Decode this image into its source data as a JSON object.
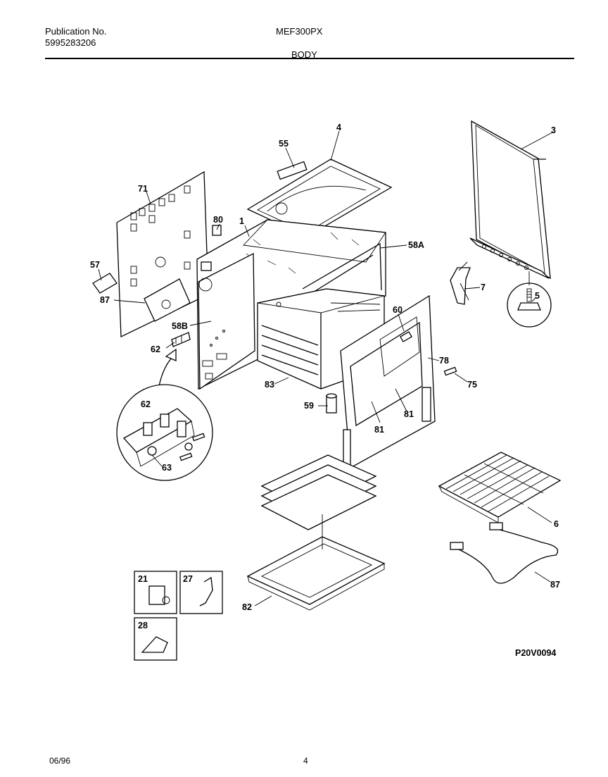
{
  "header": {
    "publication_label": "Publication No.",
    "publication_number": "5995283206",
    "model": "MEF300PX",
    "section": "BODY"
  },
  "labels": {
    "p3": "3",
    "p4": "4",
    "p55": "55",
    "p71": "71",
    "p80": "80",
    "p1": "1",
    "p58a": "58A",
    "p57": "57",
    "p87a": "87",
    "p58b": "58B",
    "p62a": "62",
    "p7": "7",
    "p5": "5",
    "p60": "60",
    "p78": "78",
    "p75": "75",
    "p83": "83",
    "p59": "59",
    "p81a": "81",
    "p81b": "81",
    "p62b": "62",
    "p63": "63",
    "p6": "6",
    "p87b": "87",
    "p82": "82",
    "p21": "21",
    "p27": "27",
    "p28": "28"
  },
  "diagram_code": "P20V0094",
  "footer": {
    "date": "06/96",
    "page": "4"
  }
}
